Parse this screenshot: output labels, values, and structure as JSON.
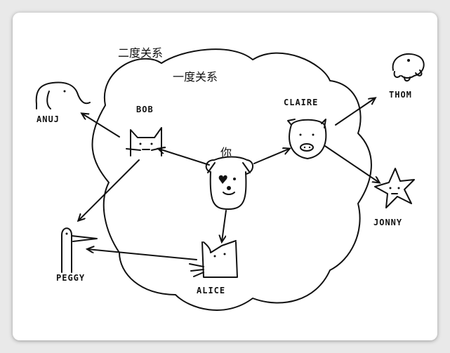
{
  "diagram": {
    "outer_circle_label": "二度关系",
    "inner_circle_label": "一度关系",
    "center_label": "你",
    "nodes": {
      "bob": "BOB",
      "claire": "CLAIRE",
      "alice": "ALICE",
      "anuj": "ANUJ",
      "peggy": "PEGGY",
      "thom": "THOM",
      "jonny": "JONNY"
    },
    "edges": [
      {
        "from": "你",
        "to": "BOB"
      },
      {
        "from": "你",
        "to": "CLAIRE"
      },
      {
        "from": "你",
        "to": "ALICE"
      },
      {
        "from": "BOB",
        "to": "ANUJ"
      },
      {
        "from": "BOB",
        "to": "PEGGY"
      },
      {
        "from": "ALICE",
        "to": "PEGGY"
      },
      {
        "from": "CLAIRE",
        "to": "THOM"
      },
      {
        "from": "CLAIRE",
        "to": "JONNY"
      }
    ]
  }
}
